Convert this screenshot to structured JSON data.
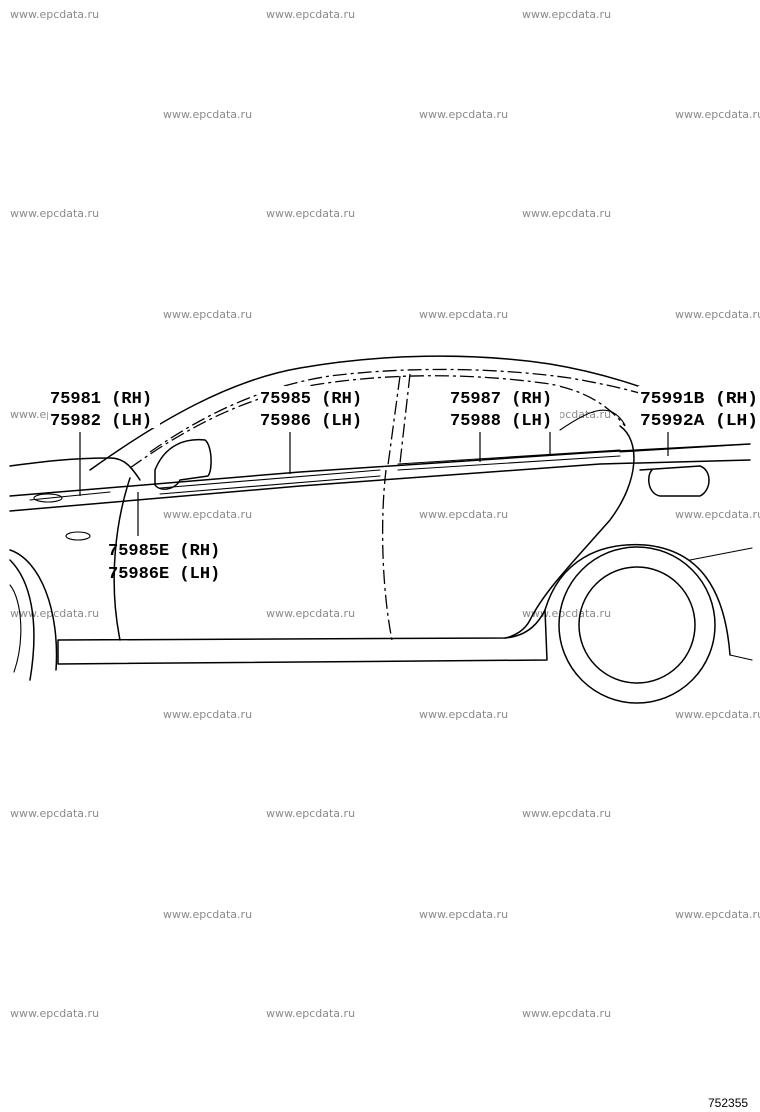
{
  "watermark": "www.epcdata.ru",
  "callouts": {
    "front_fender": {
      "rh": "75981 (RH)",
      "lh": "75982 (LH)"
    },
    "front_door": {
      "rh": "75985 (RH)",
      "lh": "75986 (LH)"
    },
    "rear_door": {
      "rh": "75987 (RH)",
      "lh": "75988 (LH)"
    },
    "quarter": {
      "rh": "75991B (RH)",
      "lh": "75992A (LH)"
    },
    "front_door_e": {
      "rh": "75985E (RH)",
      "lh": "75986E (LH)"
    }
  },
  "figure_number": "752355"
}
